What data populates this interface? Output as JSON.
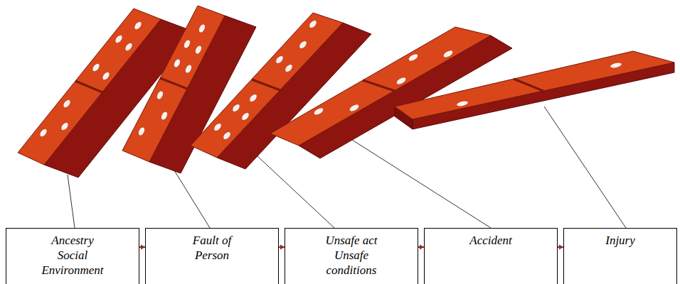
{
  "diagram": {
    "nodes": [
      {
        "text": [
          "Ancestry Social Environment"
        ]
      },
      {
        "text": [
          "Fault of Person"
        ]
      },
      {
        "text": [
          "Unsafe act Unsafe conditions"
        ]
      },
      {
        "text": [
          "Accident"
        ]
      },
      {
        "text": [
          "Injury"
        ]
      }
    ],
    "edges": [
      {
        "from": 0,
        "to": 1,
        "arrow": "to"
      },
      {
        "from": 1,
        "to": 2,
        "arrow": "to"
      },
      {
        "from": 2,
        "to": 3,
        "arrow": "to"
      },
      {
        "from": 3,
        "to": 4,
        "arrow": "to"
      }
    ]
  }
}
